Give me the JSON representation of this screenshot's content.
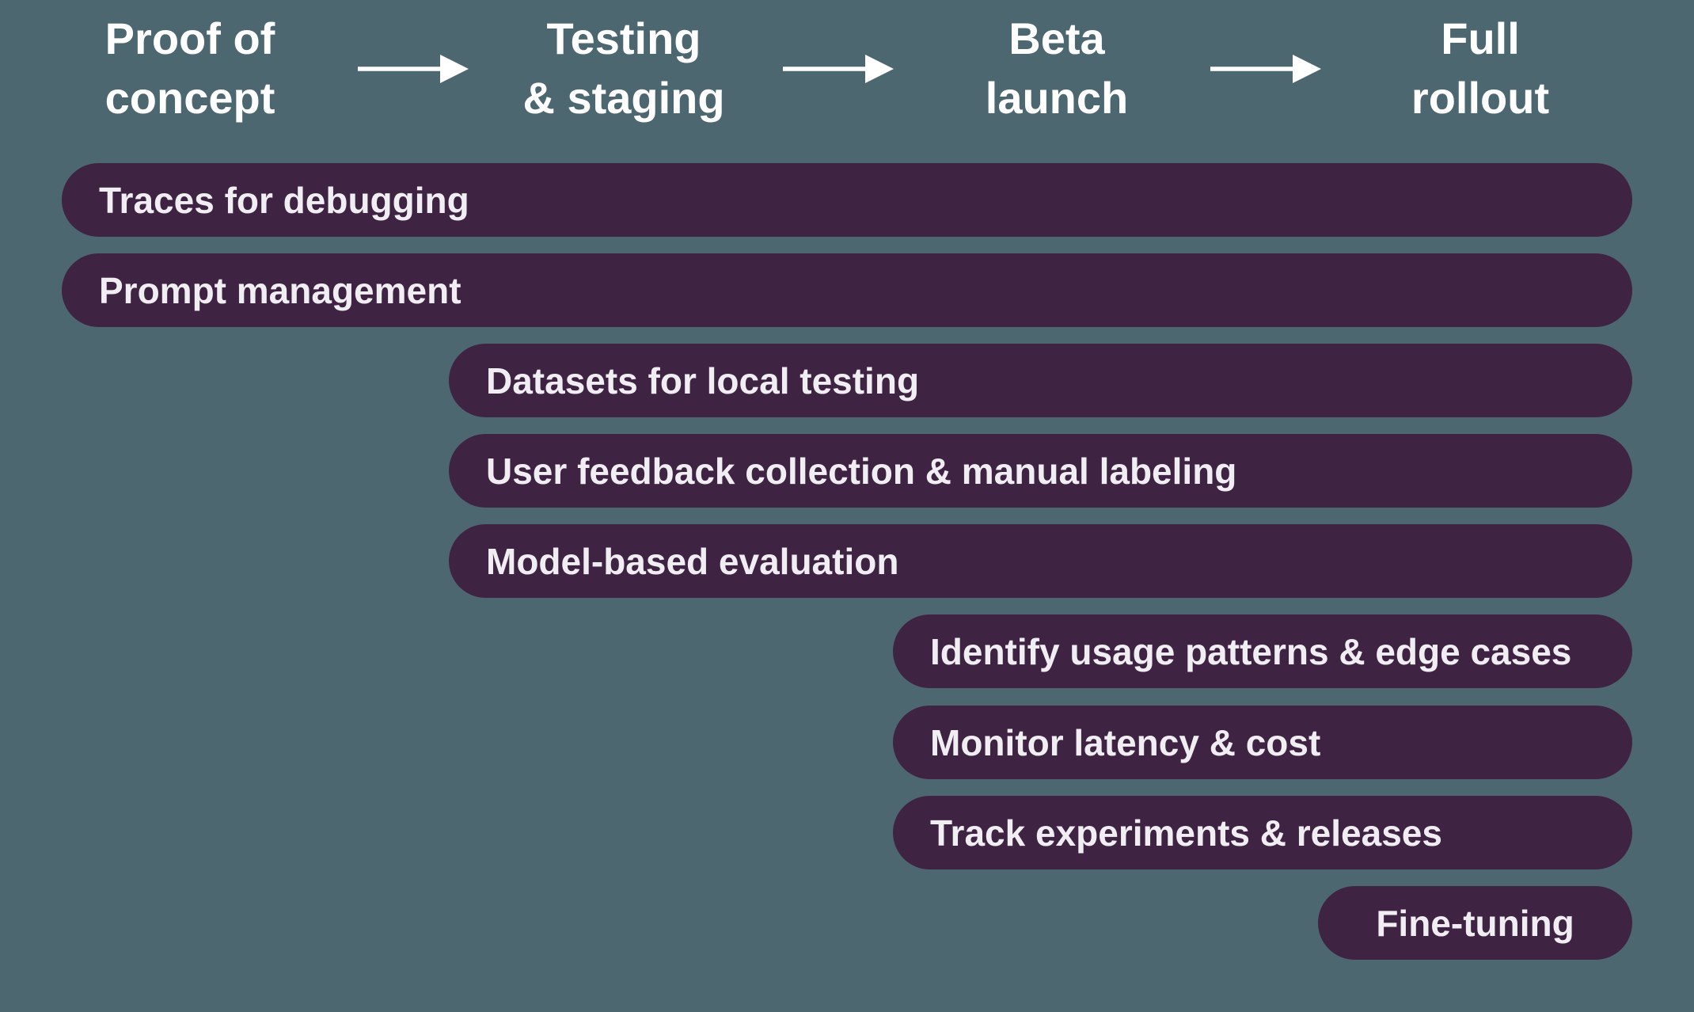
{
  "colors": {
    "background": "#4C6770",
    "bar_fill": "#3F2343",
    "bar_text": "#F1EEF3",
    "stage_text": "#FFFFFF",
    "arrow": "#FFFFFF"
  },
  "stages": [
    {
      "label": "Proof of concept",
      "line1": "Proof of",
      "line2": "concept"
    },
    {
      "label": "Testing & staging",
      "line1": "Testing",
      "line2": "& staging"
    },
    {
      "label": "Beta launch",
      "line1": "Beta",
      "line2": "launch"
    },
    {
      "label": "Full rollout",
      "line1": "Full",
      "line2": "rollout"
    }
  ],
  "bars": [
    {
      "label": "Traces for debugging",
      "from_stage": "Proof of concept",
      "to_stage": "Full rollout"
    },
    {
      "label": "Prompt management",
      "from_stage": "Proof of concept",
      "to_stage": "Full rollout"
    },
    {
      "label": "Datasets for local testing",
      "from_stage": "Testing & staging",
      "to_stage": "Full rollout"
    },
    {
      "label": "User feedback collection & manual labeling",
      "from_stage": "Testing & staging",
      "to_stage": "Full rollout"
    },
    {
      "label": "Model-based evaluation",
      "from_stage": "Testing & staging",
      "to_stage": "Full rollout"
    },
    {
      "label": "Identify usage patterns & edge cases",
      "from_stage": "Beta launch",
      "to_stage": "Full rollout"
    },
    {
      "label": "Monitor latency & cost",
      "from_stage": "Beta launch",
      "to_stage": "Full rollout"
    },
    {
      "label": "Track experiments & releases",
      "from_stage": "Beta launch",
      "to_stage": "Full rollout"
    },
    {
      "label": "Fine-tuning",
      "from_stage": "Full rollout",
      "to_stage": "Full rollout"
    }
  ]
}
